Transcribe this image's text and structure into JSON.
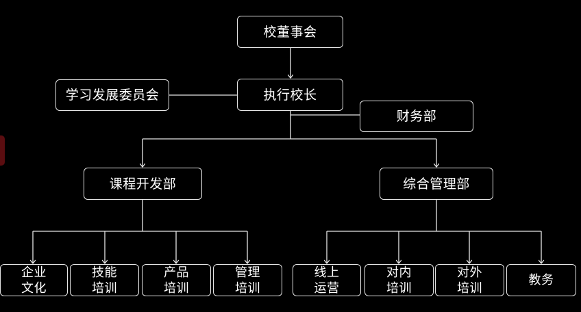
{
  "colors": {
    "background": "#000000",
    "line": "#e6e6e6",
    "text": "#ffffff",
    "side_tab": "#5a0d10"
  },
  "nodes": {
    "board": "校董事会",
    "learning_committee": "学习发展委员会",
    "principal": "执行校长",
    "finance": "财务部",
    "curriculum": "课程开发部",
    "management": "综合管理部",
    "corp_culture": "企业\n文化",
    "skill_training": "技能\n培训",
    "product_training": "产品\n培训",
    "mgmt_training": "管理\n培训",
    "online_ops": "线上\n运营",
    "internal_training": "对内\n培训",
    "external_training": "对外\n培训",
    "academic_affairs": "教务"
  }
}
